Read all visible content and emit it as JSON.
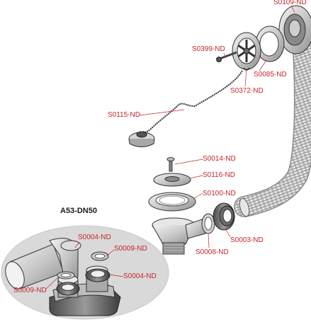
{
  "colors": {
    "label": "#c4262e",
    "kit_label": "#1a1a1a",
    "ellipse_fill": "#d9d9d9",
    "part_grey": "#bfbfbf",
    "part_dark": "#5a5a5a",
    "outline": "#2b2b2b"
  },
  "kit": {
    "title": "A53-DN50"
  },
  "labels": [
    {
      "id": "s0109",
      "text": "S0109-ND"
    },
    {
      "id": "s0399",
      "text": "S0399-ND"
    },
    {
      "id": "s0085",
      "text": "S0085-ND"
    },
    {
      "id": "s0372",
      "text": "S0372-ND"
    },
    {
      "id": "s0115",
      "text": "S0115-ND"
    },
    {
      "id": "s0014",
      "text": "S0014-ND"
    },
    {
      "id": "s0116",
      "text": "S0116-ND"
    },
    {
      "id": "s0100",
      "text": "S0100-ND"
    },
    {
      "id": "s0003",
      "text": "S0003-ND"
    },
    {
      "id": "s0008",
      "text": "S0008-ND"
    },
    {
      "id": "s0004a",
      "text": "S0004-ND"
    },
    {
      "id": "s0009a",
      "text": "S0009-ND"
    },
    {
      "id": "s0004b",
      "text": "S0004-ND"
    },
    {
      "id": "s0009b",
      "text": "S0009-ND"
    }
  ]
}
